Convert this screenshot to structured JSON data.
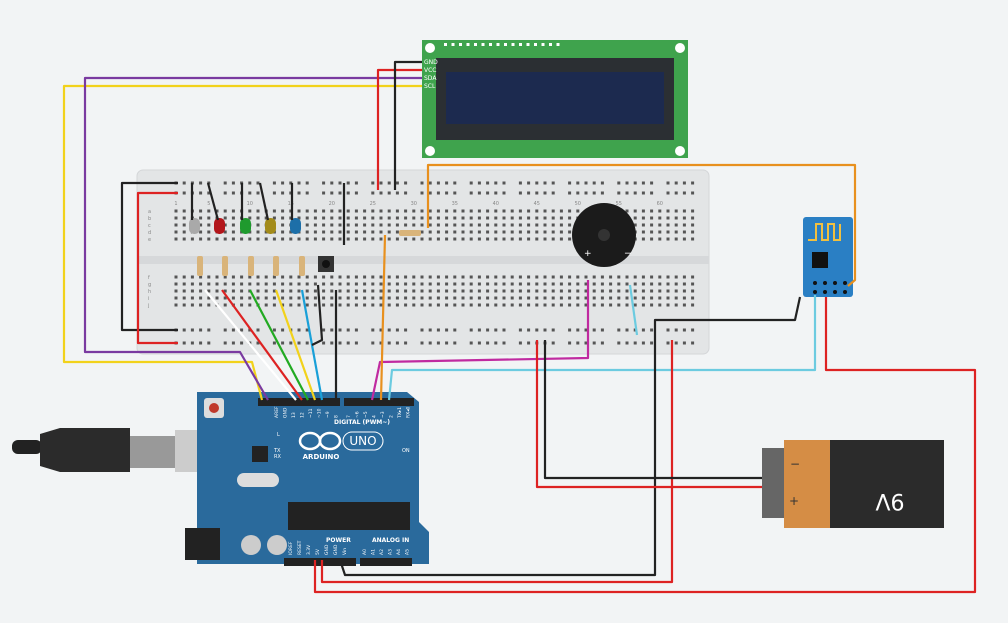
{
  "lcd": {
    "pins": [
      "GND",
      "VCC",
      "SDA",
      "SCL"
    ]
  },
  "arduino": {
    "brand": "ARDUINO",
    "model": "UNO",
    "digital_label": "DIGITAL (PWM~)",
    "digital_pins": [
      "AREF",
      "GND",
      "13",
      "12",
      "~11",
      "~10",
      "~9",
      "8",
      "7",
      "~6",
      "~5",
      "4",
      "~3",
      "2",
      "TX▸1",
      "RX◂0"
    ],
    "power_label": "POWER",
    "power_pins": [
      "IOREF",
      "RESET",
      "3.3V",
      "5V",
      "GND",
      "GND",
      "Vin"
    ],
    "analog_label": "ANALOG IN",
    "analog_pins": [
      "A0",
      "A1",
      "A2",
      "A3",
      "A4",
      "A5"
    ],
    "leds": [
      "L",
      "TX",
      "RX",
      "ON"
    ]
  },
  "battery": {
    "label": "9V",
    "minus": "−",
    "plus": "+"
  },
  "buzzer": {
    "plus": "+",
    "minus": "−"
  },
  "breadboard": {
    "columns": [
      "1",
      "5",
      "10",
      "15",
      "20",
      "25",
      "30",
      "35",
      "40",
      "45",
      "50",
      "55",
      "60"
    ],
    "rows": [
      "a",
      "b",
      "c",
      "d",
      "e",
      "f",
      "g",
      "h",
      "i",
      "j"
    ]
  },
  "colors": {
    "background": "#f2f4f5",
    "arduino": "#2a6a9c",
    "lcd_board": "#3fa34d",
    "lcd_screen": "#1c2a4f",
    "breadboard": "#e3e5e6",
    "battery": "#d58d45",
    "esp": "#2a7fc4"
  }
}
